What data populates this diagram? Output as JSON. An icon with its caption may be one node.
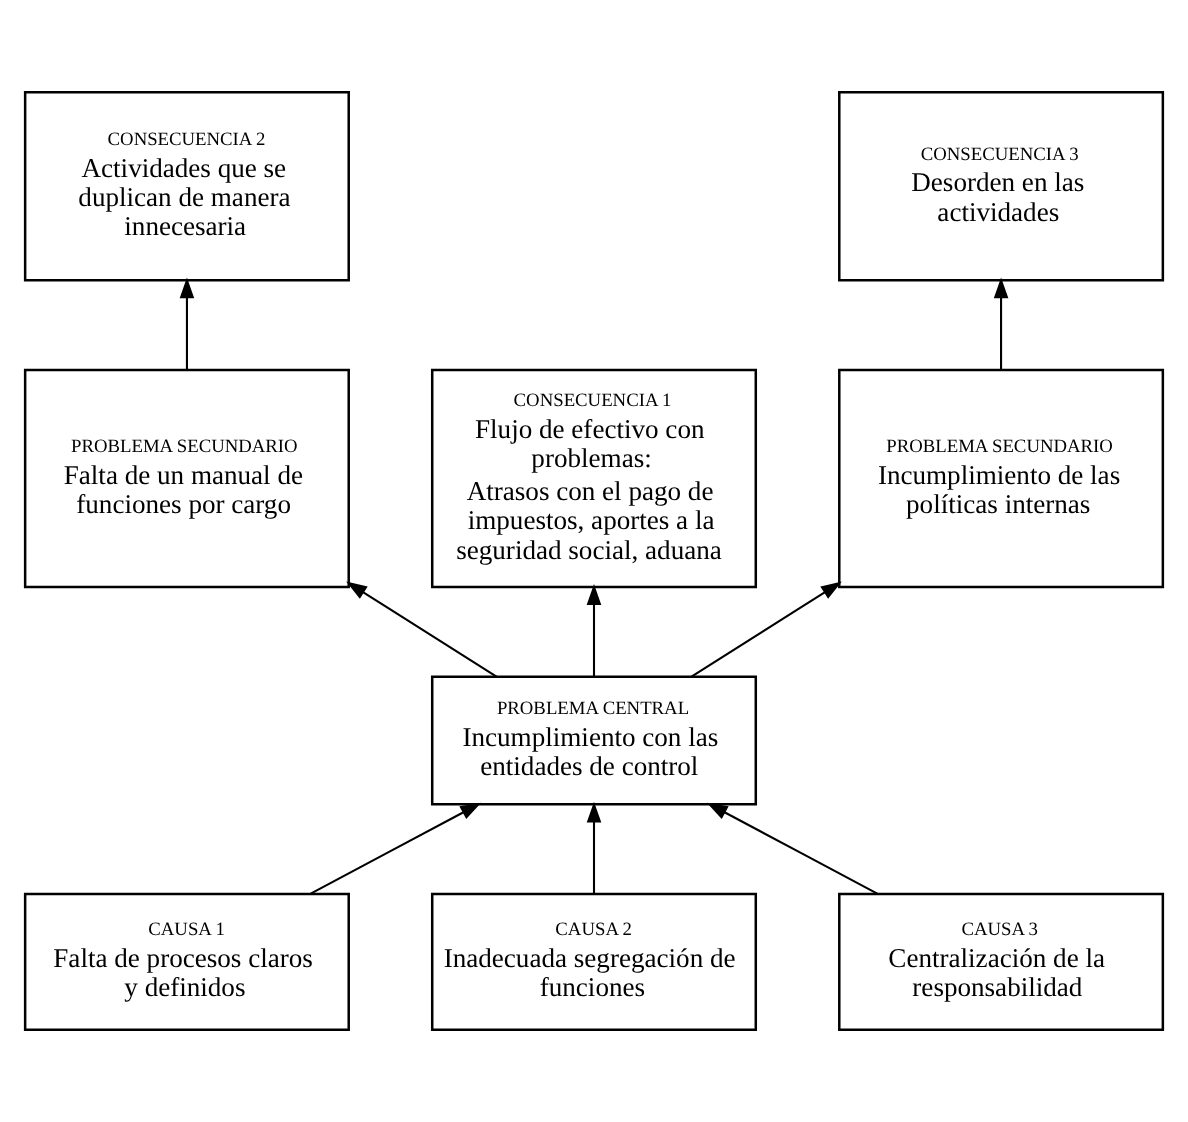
{
  "diagram": {
    "nodes": [
      {
        "text": [
          "CONSECUENCIA 2",
          "Actividades que se duplican de manera innecesaria"
        ]
      },
      {
        "text": [
          "CONSECUENCIA 3",
          "Desorden en las actividades"
        ]
      },
      {
        "text": [
          "PROBLEMA SECUNDARIO",
          "Falta de un manual de funciones por cargo"
        ]
      },
      {
        "text": [
          "CONSECUENCIA 1",
          "Flujo de efectivo con problemas:",
          "Atrasos con el pago de impuestos, aportes a la seguridad social, aduana"
        ]
      },
      {
        "text": [
          "PROBLEMA SECUNDARIO",
          "Incumplimiento de las políticas internas"
        ]
      },
      {
        "text": [
          "PROBLEMA CENTRAL",
          "Incumplimiento con las entidades de control"
        ]
      },
      {
        "text": [
          "CAUSA 1",
          "Falta de procesos claros y definidos"
        ]
      },
      {
        "text": [
          "CAUSA 2",
          "Inadecuada segregación de funciones"
        ]
      },
      {
        "text": [
          "CAUSA 3",
          "Centralización de la responsabilidad"
        ]
      }
    ],
    "edges": [
      {
        "from": 2,
        "to": 0,
        "arrow": "to"
      },
      {
        "from": 4,
        "to": 1,
        "arrow": "to"
      },
      {
        "from": 5,
        "to": 2,
        "arrow": "to"
      },
      {
        "from": 5,
        "to": 3,
        "arrow": "to"
      },
      {
        "from": 5,
        "to": 4,
        "arrow": "to"
      },
      {
        "from": 6,
        "to": 5,
        "arrow": "to"
      },
      {
        "from": 7,
        "to": 5,
        "arrow": "to"
      },
      {
        "from": 8,
        "to": 5,
        "arrow": "to"
      }
    ]
  }
}
